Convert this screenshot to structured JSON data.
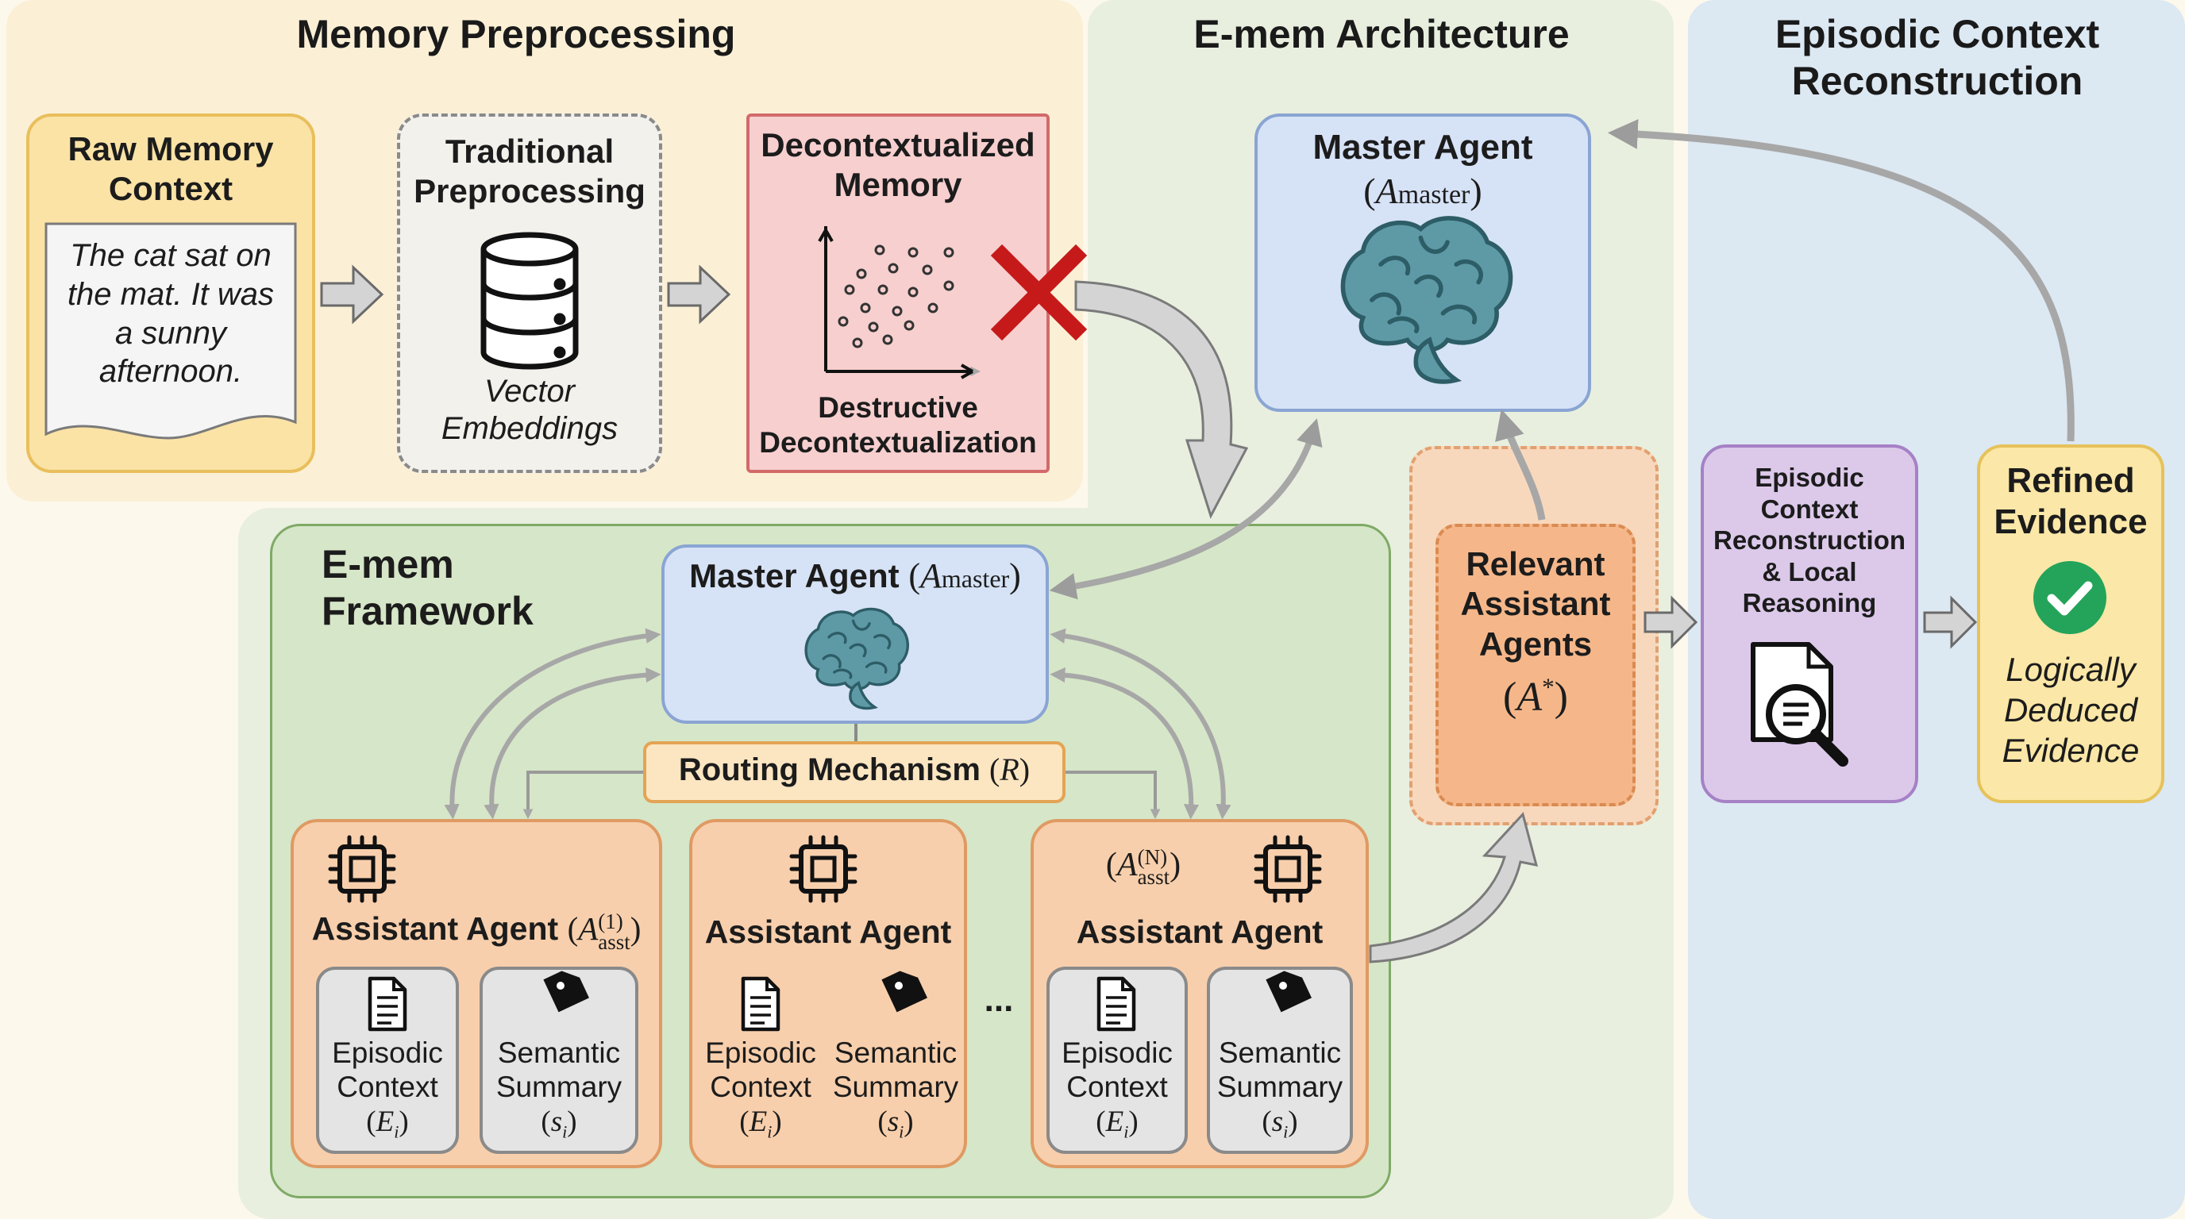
{
  "sections": {
    "memory_preprocessing": "Memory Preprocessing",
    "emem_architecture": "E-mem Architecture",
    "episodic_context_reconstruction": "Episodic Context Reconstruction",
    "emem_framework": "E-mem Framework"
  },
  "preprocessing": {
    "raw_title": "Raw Memory Context",
    "raw_text": "The cat sat on the mat. It was a sunny afternoon.",
    "trad_title": "Traditional Preprocessing",
    "trad_caption": "Vector Embeddings",
    "decon_title": "Decontextualized Memory",
    "decon_caption": "Destructive Decontextualization"
  },
  "architecture": {
    "master_title": "Master Agent",
    "master_symbol_main": "A",
    "master_symbol_sub": "master",
    "relevant_title": "Relevant Assistant Agents",
    "relevant_symbol": "A",
    "relevant_symbol_sup": "*"
  },
  "framework": {
    "master_title": "Master Agent",
    "routing_label": "Routing Mechanism",
    "routing_symbol": "R",
    "assistant_label": "Assistant Agent",
    "asst_sub": "asst",
    "asst1_sup": "(1)",
    "asstN_sup": "(N)",
    "ellipsis": "...",
    "episodic_label": "Episodic Context",
    "episodic_symbol": "E",
    "episodic_sub": "i",
    "semantic_label": "Semantic Summary",
    "semantic_symbol": "s",
    "semantic_sub": "i"
  },
  "reconstruction": {
    "ecr_label": "Episodic Context Reconstruction & Local Reasoning",
    "refined_title": "Refined Evidence",
    "refined_caption": "Logically Deduced Evidence"
  },
  "colors": {
    "preprocessing_bg": "#fbf0d6",
    "architecture_bg": "#e8efdf",
    "reconstruction_bg": "#dce8f2",
    "framework_bg": "#d6e6c8",
    "master_agent": "#d6e2f6",
    "assistant_agent": "#f8cfac",
    "decontextualized": "#f7cfcf",
    "ecr_box": "#dcc9ea",
    "refined_box": "#fbe7a7",
    "cross_red": "#c61a1a",
    "check_green": "#23a45a"
  },
  "icons": [
    "database-icon",
    "scatter-plot-icon",
    "red-x-icon",
    "brain-icon",
    "chip-icon",
    "document-icon",
    "tag-icon",
    "document-search-icon",
    "checkmark-icon"
  ]
}
